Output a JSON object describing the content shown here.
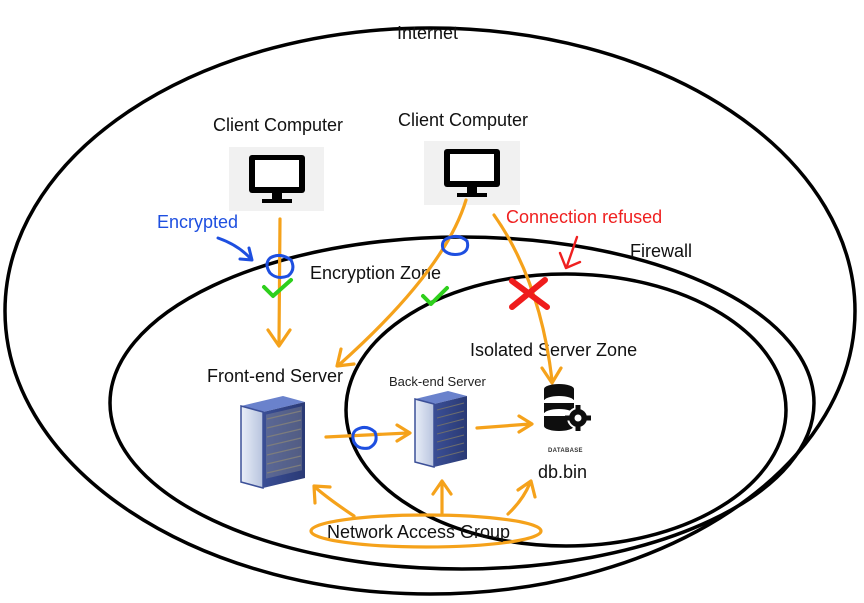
{
  "labels": {
    "internet": "Internet",
    "client_computer_left": "Client Computer",
    "client_computer_right": "Client Computer",
    "encrypted": "Encrypted",
    "connection_refused": "Connection refused",
    "firewall": "Firewall",
    "encryption_zone": "Encryption Zone",
    "isolated_server_zone": "Isolated Server Zone",
    "front_end_server": "Front-end Server",
    "back_end_server": "Back-end Server",
    "database_caption": "DATABASE",
    "db_file": "db.bin",
    "network_access_group": "Network Access Group"
  },
  "colors": {
    "connection": "#f5a21b",
    "encrypted": "#1e4fe0",
    "allowed_check": "#2ecf1c",
    "refused": "#ef2020",
    "server_frame": "#4a66b8"
  },
  "icons": [
    "monitor-icon",
    "server-rack-icon",
    "database-gear-icon",
    "checkmark-icon",
    "red-x-icon"
  ]
}
